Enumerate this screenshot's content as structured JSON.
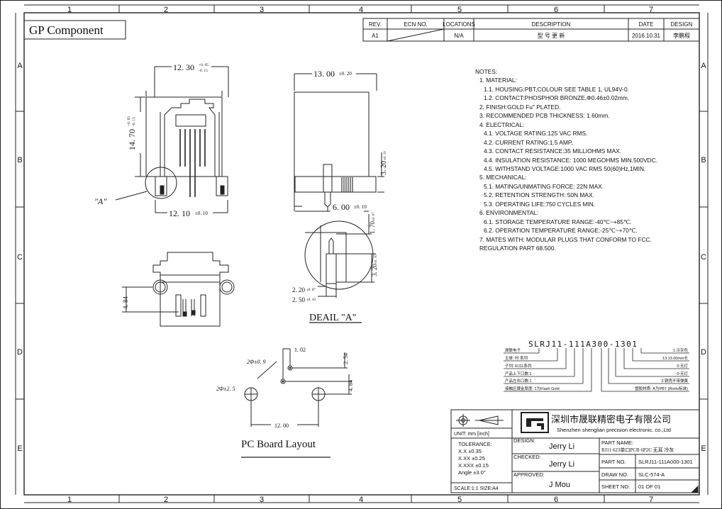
{
  "sheet": {
    "company_label": "GP Component",
    "zone_columns": [
      "1",
      "2",
      "3",
      "4",
      "5",
      "6",
      "7"
    ],
    "zone_rows": [
      "A",
      "B",
      "C",
      "D",
      "E"
    ]
  },
  "revision_table": {
    "headers": [
      "REV.",
      "ECN NO.",
      "LOCATIONS",
      "DESCRIPTION",
      "DATE",
      "DESIGN"
    ],
    "rows": [
      [
        "A1",
        "",
        "N/A",
        "型 号 更 新",
        "2016.10.31",
        "李鹏程"
      ]
    ]
  },
  "views": {
    "front": {
      "width_dim": "12. 30",
      "width_tol_upper": "+0. 05",
      "width_tol_lower": "-0. 15",
      "height_dim": "14. 70",
      "height_tol_upper": "+0. 05",
      "height_tol_lower": "-0. 15",
      "bottom_dim": "12. 10",
      "bottom_tol": "±0. 10",
      "detail_callout": "\"A\""
    },
    "side": {
      "width_dim": "13. 00",
      "width_tol": "±0. 20",
      "pin_height_dim": "3. 20",
      "pin_height_tol": "±0. 10",
      "offset_dim": "6. 00",
      "offset_tol": "±0. 10"
    },
    "detail": {
      "title": "DEAIL \"A\"",
      "dim_a": "1. 70",
      "dim_a_tol": "±0. 07",
      "dim_b": "3. 20",
      "dim_b_tol": "±0. 10",
      "dim_c": "2. 20",
      "dim_c_tol": "±0. 07",
      "dim_d": "2. 50",
      "dim_d_tol": "±0. 10"
    },
    "bottom": {
      "height_dim": "4. 84"
    },
    "pcb": {
      "title": "PC Board Layout",
      "hole_small": "2Φ±0. 9",
      "hole_large": "2Φ±2. 5",
      "dim_102": "1. 02",
      "dim_254": "2. 54",
      "dim_484": "4. 84",
      "dim_1200": "12. 00"
    }
  },
  "notes": {
    "heading": "NOTES:",
    "lines": [
      {
        "level": 1,
        "text": "1. MATERIAL:"
      },
      {
        "level": 2,
        "text": "1.1. HOUSING:PBT,COLOUR SEE TABLE 1, UL94V-0."
      },
      {
        "level": 2,
        "text": "1.2. CONTACT:PHOSPHOR BRONZE,Φ0.46±0.02mm."
      },
      {
        "level": 1,
        "text": "2. FINISH:GOLD Fu\" PLATED."
      },
      {
        "level": 1,
        "text": "3. RECOMMENDED PCB THICKNESS: 1.60mm."
      },
      {
        "level": 1,
        "text": "4. ELECTRICAL:"
      },
      {
        "level": 2,
        "text": "4.1. VOLTAGE RATING:125 VAC RMS."
      },
      {
        "level": 2,
        "text": "4.2. CURRENT RATING:1.5 AMP."
      },
      {
        "level": 2,
        "text": "4.3. CONTACT RESISTANCE:35 MILLIOHMS MAX."
      },
      {
        "level": 2,
        "text": "4.4. INSULATION RESISTANCE: 1000 MEGOHMS MIN.500VDC."
      },
      {
        "level": 2,
        "text": "4.5. WITHSTAND VOLTAGE:1000 VAC RMS 50(60)Hz,1MIN."
      },
      {
        "level": 1,
        "text": "5. MECHANICAL:"
      },
      {
        "level": 2,
        "text": "5.1. MATING/UNMATING FORCE: 22N MAX."
      },
      {
        "level": 2,
        "text": "5.2. RETENTION STRENGTH: 50N MAX."
      },
      {
        "level": 2,
        "text": "5.3. OPERATING LIFE:750 CYCLES MIN."
      },
      {
        "level": 1,
        "text": "6. ENVIRONMENTAL:"
      },
      {
        "level": 2,
        "text": "6.1. STORAGE TEMPERATURE RANGE:-40℃~+85℃."
      },
      {
        "level": 2,
        "text": "6.2. OPERATION TEMPERATURE RANGE:-25℃~+70℃."
      },
      {
        "level": 1,
        "text": "7. MATES WITH: MODULAR PLUGS THAT CONFORM TO FCC."
      },
      {
        "level": 1,
        "text": "REGULATION PART 68.500."
      }
    ]
  },
  "part_code": {
    "code": "SLRJ11-111A300-1301",
    "left_labels": [
      "晟联电子",
      "主体: 时 系列",
      "子列: RJ11系列",
      "产品上下口数:1",
      "产品左右口数:1",
      "接触区镀金厚度: 1为Flash Gold"
    ],
    "right_labels": [
      "1:冷灰色",
      "13:13.00mm长",
      "0:无灯",
      "0:无灯",
      "3:铜壳不带弹簧",
      "塑胶材质: A为PBT (RoHs标准)"
    ]
  },
  "title_block": {
    "unit": "UNIT:  mm [inch]",
    "company_cn": "深圳市晟联精密电子有限公司",
    "company_en": "Shenzhen shenglian precision electronic. co.,Ltd",
    "tolerance": [
      "TOLERANCE:",
      "X.X  ±0.35",
      "X.XX  ±0.25",
      "X.XXX ±0.15",
      "Angle  ±3.0°"
    ],
    "scale": "SCALE:1:1   SIZE:A4",
    "design_label": "DESIGN:",
    "design_name": "Jerry Li",
    "checked_label": "CHECKED:",
    "checked_name": "Jerry Li",
    "approved_label": "APPROVED:",
    "approved_name": "J   Mou",
    "part_name_label": "PART NAME:",
    "part_name": "RJ11 623单口PCB 6P2C 无耳 冷灰",
    "part_no_label": "PART NO.",
    "part_no": "SLRJ11-111A000-1301",
    "draw_no_label": "DRAW NO.",
    "draw_no": "SLC-574-A",
    "sheet_no_label": "SHEET NO.",
    "sheet_no": "01 OF 01"
  }
}
